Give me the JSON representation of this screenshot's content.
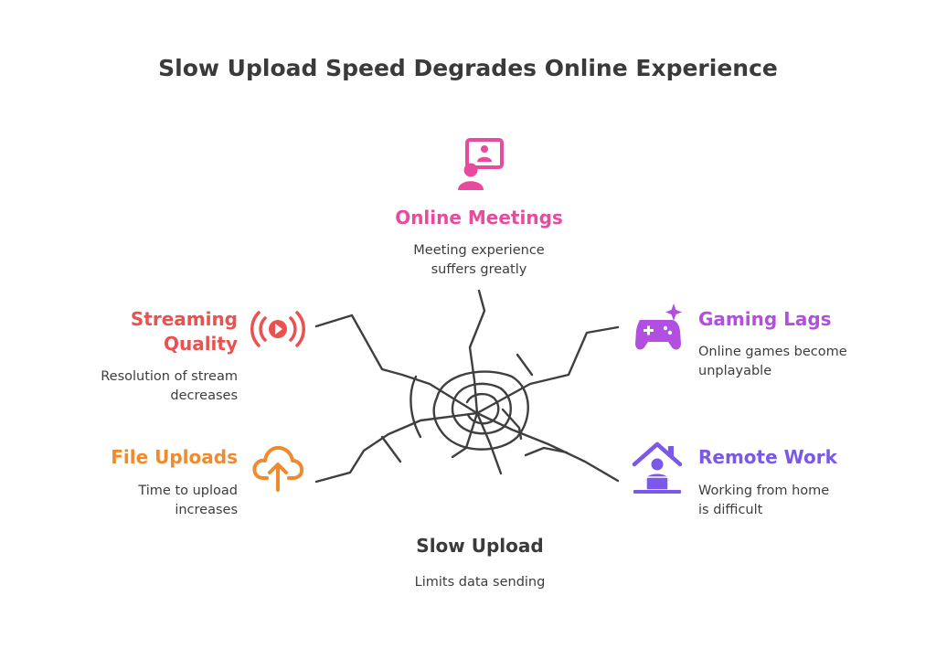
{
  "title": "Slow Upload Speed Degrades Online Experience",
  "colors": {
    "meetings": "#e84a9e",
    "streaming": "#e8524f",
    "uploads": "#f08a2e",
    "gaming": "#b24fe0",
    "remote": "#7a58e8",
    "crack": "#3f3f3f"
  },
  "center": {
    "label": "Slow Upload",
    "description": "Limits data sending"
  },
  "items": {
    "meetings": {
      "label": "Online Meetings",
      "line1": "Meeting experience",
      "line2": "suffers greatly",
      "icon": "presenter-screen-icon"
    },
    "streaming": {
      "label1": "Streaming",
      "label2": "Quality",
      "line1": "Resolution of stream",
      "line2": "decreases",
      "icon": "live-stream-icon"
    },
    "uploads": {
      "label": "File Uploads",
      "line1": "Time to upload",
      "line2": "increases",
      "icon": "cloud-upload-icon"
    },
    "gaming": {
      "label": "Gaming Lags",
      "line1": "Online games become",
      "line2": "unplayable",
      "icon": "gamepad-icon"
    },
    "remote": {
      "label": "Remote Work",
      "line1": "Working from home",
      "line2": "is difficult",
      "icon": "home-worker-icon"
    }
  }
}
